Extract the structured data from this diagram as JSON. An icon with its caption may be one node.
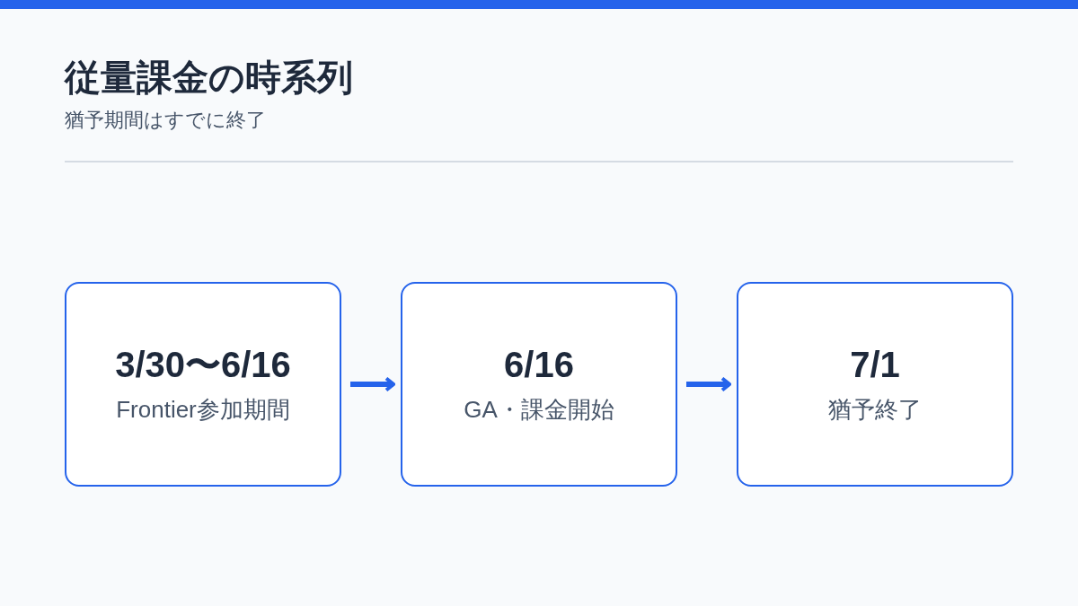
{
  "diagram": {
    "title": "従量課金の時系列",
    "nodes": [
      {
        "text": [
          "3/30〜6/16",
          "Frontier参加期間"
        ]
      },
      {
        "text": [
          "6/16",
          "GA・課金開始"
        ]
      },
      {
        "text": [
          "7/1",
          "猶予終了"
        ]
      }
    ],
    "edges": [
      {
        "from": 0,
        "to": 1,
        "arrow": "to"
      },
      {
        "from": 1,
        "to": 2,
        "arrow": "to"
      }
    ],
    "labels": [
      "猶予期間はすでに終了"
    ]
  }
}
